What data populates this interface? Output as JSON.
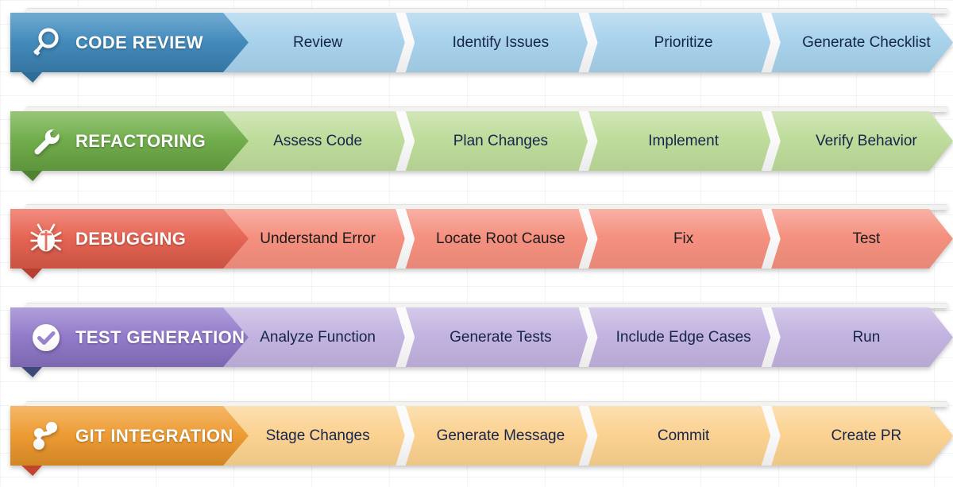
{
  "diagram": {
    "type": "process-ribbons",
    "background_color": "#ffffff",
    "step_text_color": "#16244c",
    "rows": [
      {
        "id": "code-review",
        "title": "CODE REVIEW",
        "icon": "magnifier-icon",
        "header_color": "#4a93c4",
        "header_color_dark": "#3c82b3",
        "body_color": "#a8d2ec",
        "fold_color": "#2e6d97",
        "text_color": "#16244c",
        "steps": [
          "Review",
          "Identify Issues",
          "Prioritize",
          "Generate Checklist"
        ]
      },
      {
        "id": "refactoring",
        "title": "REFACTORING",
        "icon": "wrench-icon",
        "header_color": "#7ab553",
        "header_color_dark": "#68a544",
        "body_color": "#bedc9b",
        "fold_color": "#4f8330",
        "text_color": "#16244c",
        "steps": [
          "Assess Code",
          "Plan Changes",
          "Implement",
          "Verify Behavior"
        ]
      },
      {
        "id": "debugging",
        "title": "DEBUGGING",
        "icon": "bug-icon",
        "header_color": "#ec6d5c",
        "header_color_dark": "#e05c4b",
        "body_color": "#f5907f",
        "fold_color": "#b63f30",
        "text_color": "#1b1b1b",
        "steps": [
          "Understand Error",
          "Locate Root Cause",
          "Fix",
          "Test"
        ]
      },
      {
        "id": "test-generation",
        "title": "TEST GENERATION",
        "icon": "check-circle-icon",
        "header_color": "#9a84cf",
        "header_color_dark": "#8a73c4",
        "body_color": "#c2b3e0",
        "fold_color": "#3c4a7a",
        "text_color": "#16244c",
        "steps": [
          "Analyze Function",
          "Generate Tests",
          "Include Edge Cases",
          "Run"
        ]
      },
      {
        "id": "git-integration",
        "title": "GIT INTEGRATION",
        "icon": "git-branch-icon",
        "header_color": "#f2a33f",
        "header_color_dark": "#e89429",
        "body_color": "#fbd291",
        "fold_color": "#c0452c",
        "text_color": "#16244c",
        "steps": [
          "Stage Changes",
          "Generate Message",
          "Commit",
          "Create PR"
        ]
      }
    ]
  }
}
